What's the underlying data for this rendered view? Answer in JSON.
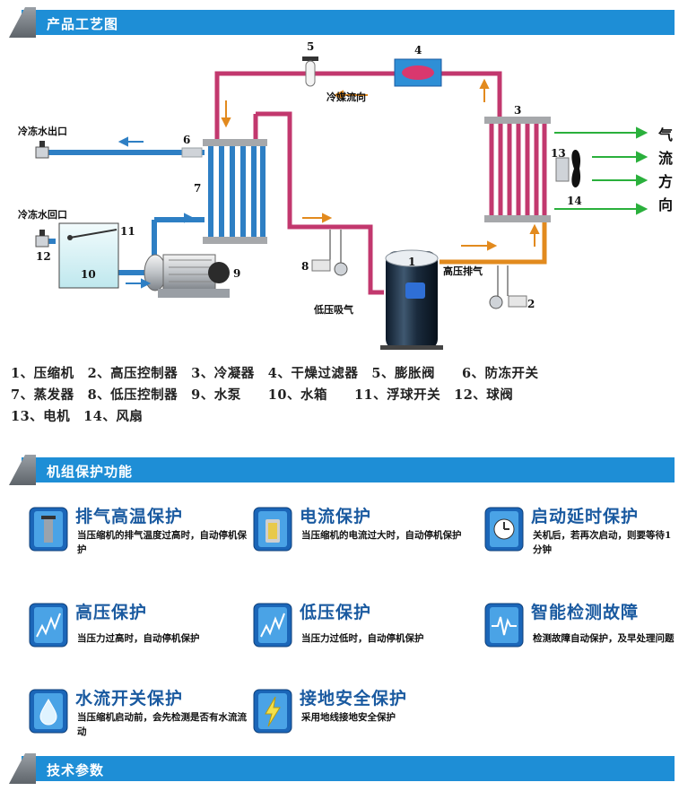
{
  "sections": {
    "process": "产品工艺图",
    "protection": "机组保护功能",
    "specs": "技术参数"
  },
  "diagram": {
    "labels": {
      "n1": "1",
      "n2": "2",
      "n3": "3",
      "n4": "4",
      "n5": "5",
      "n6": "6",
      "n7": "7",
      "n8": "8",
      "n9": "9",
      "n10": "10",
      "n11": "11",
      "n12": "12",
      "n13": "13",
      "n14": "14"
    },
    "chilled_water_out": "冷冻水出口",
    "chilled_water_in": "冷冻水回口",
    "refrigerant_flow": "冷媒流向",
    "high_pressure_discharge": "高压排气",
    "low_pressure_suction": "低压吸气",
    "air_flow": [
      "气",
      "流",
      "方",
      "向"
    ]
  },
  "legend": [
    "1、压缩机　2、高压控制器　3、冷凝器　4、干燥过滤器　5、膨胀阀　　6、防冻开关",
    "7、蒸发器　8、低压控制器　9、水泵　　10、水箱　　11、浮球开关　12、球阀",
    "13、电机　14、风扇"
  ],
  "features": [
    {
      "title": "排气高温保护",
      "desc": "当压缩机的排气温度过高时，自动停机保护",
      "icon": "temperature-icon"
    },
    {
      "title": "电流保护",
      "desc": "当压缩机的电流过大时，自动停机保护",
      "icon": "current-icon"
    },
    {
      "title": "启动延时保护",
      "desc": "关机后，若再次启动，则要等待1分钟",
      "icon": "clock-icon"
    },
    {
      "title": "高压保护",
      "desc": "当压力过高时，自动停机保护",
      "icon": "high-pressure-icon"
    },
    {
      "title": "低压保护",
      "desc": "当压力过低时，自动停机保护",
      "icon": "low-pressure-icon"
    },
    {
      "title": "智能检测故障",
      "desc": "检测故障自动保护，及早处理问题",
      "icon": "pulse-icon"
    },
    {
      "title": "水流开关保护",
      "desc": "当压缩机启动前，会先检测是否有水流流动",
      "icon": "water-drop-icon"
    },
    {
      "title": "接地安全保护",
      "desc": "采用地线接地安全保护",
      "icon": "lightning-icon"
    }
  ]
}
